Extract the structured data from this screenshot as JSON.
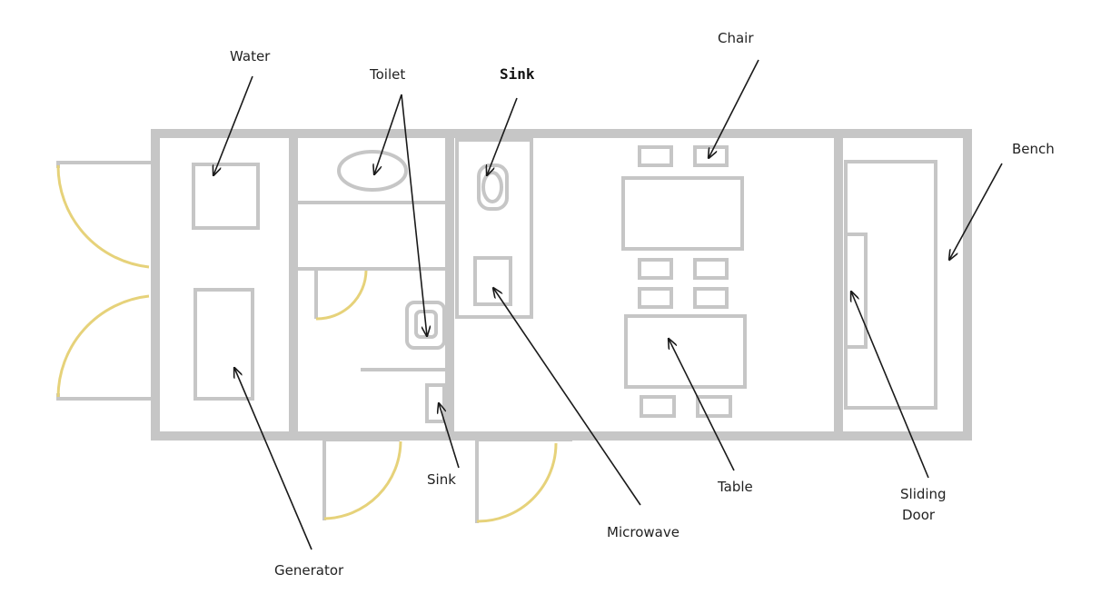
{
  "labels": {
    "water": "Water",
    "toilet": "Toilet",
    "sink_top": "Sink",
    "chair": "Chair",
    "bench": "Bench",
    "sink_bottom": "Sink",
    "table": "Table",
    "sliding_door_line1": "Sliding",
    "sliding_door_line2": "Door",
    "microwave": "Microwave",
    "generator": "Generator"
  },
  "colors": {
    "wall": "#c6c6c6",
    "door_swing": "#e6d27a",
    "arrow": "#1a1a1a",
    "text": "#222222"
  }
}
